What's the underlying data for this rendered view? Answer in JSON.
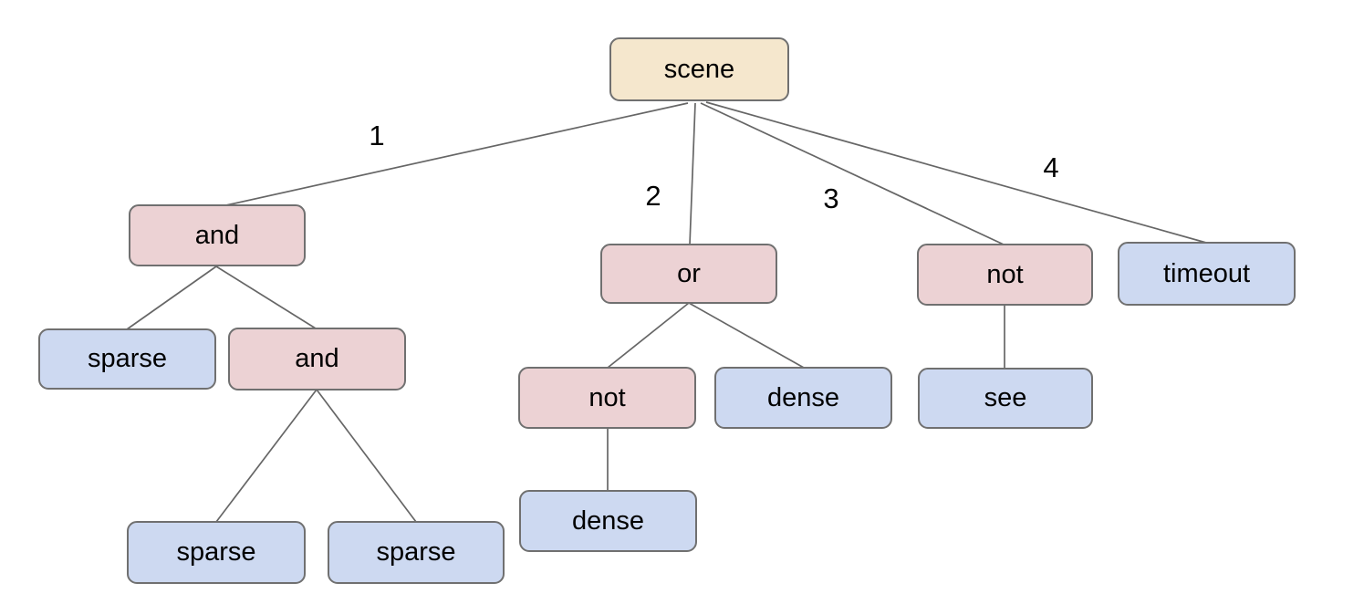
{
  "diagram": {
    "root": {
      "label": "scene",
      "children": [
        {
          "edge_label": "1",
          "label": "and",
          "children": [
            {
              "label": "sparse",
              "children": []
            },
            {
              "label": "and",
              "children": [
                {
                  "label": "sparse",
                  "children": []
                },
                {
                  "label": "sparse",
                  "children": []
                }
              ]
            }
          ]
        },
        {
          "edge_label": "2",
          "label": "or",
          "children": [
            {
              "label": "not",
              "children": [
                {
                  "label": "dense",
                  "children": []
                }
              ]
            },
            {
              "label": "dense",
              "children": []
            }
          ]
        },
        {
          "edge_label": "3",
          "label": "not",
          "children": [
            {
              "label": "see",
              "children": []
            }
          ]
        },
        {
          "edge_label": "4",
          "label": "timeout",
          "children": []
        }
      ]
    },
    "colors": {
      "root_fill": "#f5e7cd",
      "operator_fill": "#ecd2d4",
      "leaf_fill": "#cdd9f1",
      "node_border": "#707070",
      "edge_line": "#666666",
      "text": "#000000",
      "background": "#ffffff"
    }
  }
}
